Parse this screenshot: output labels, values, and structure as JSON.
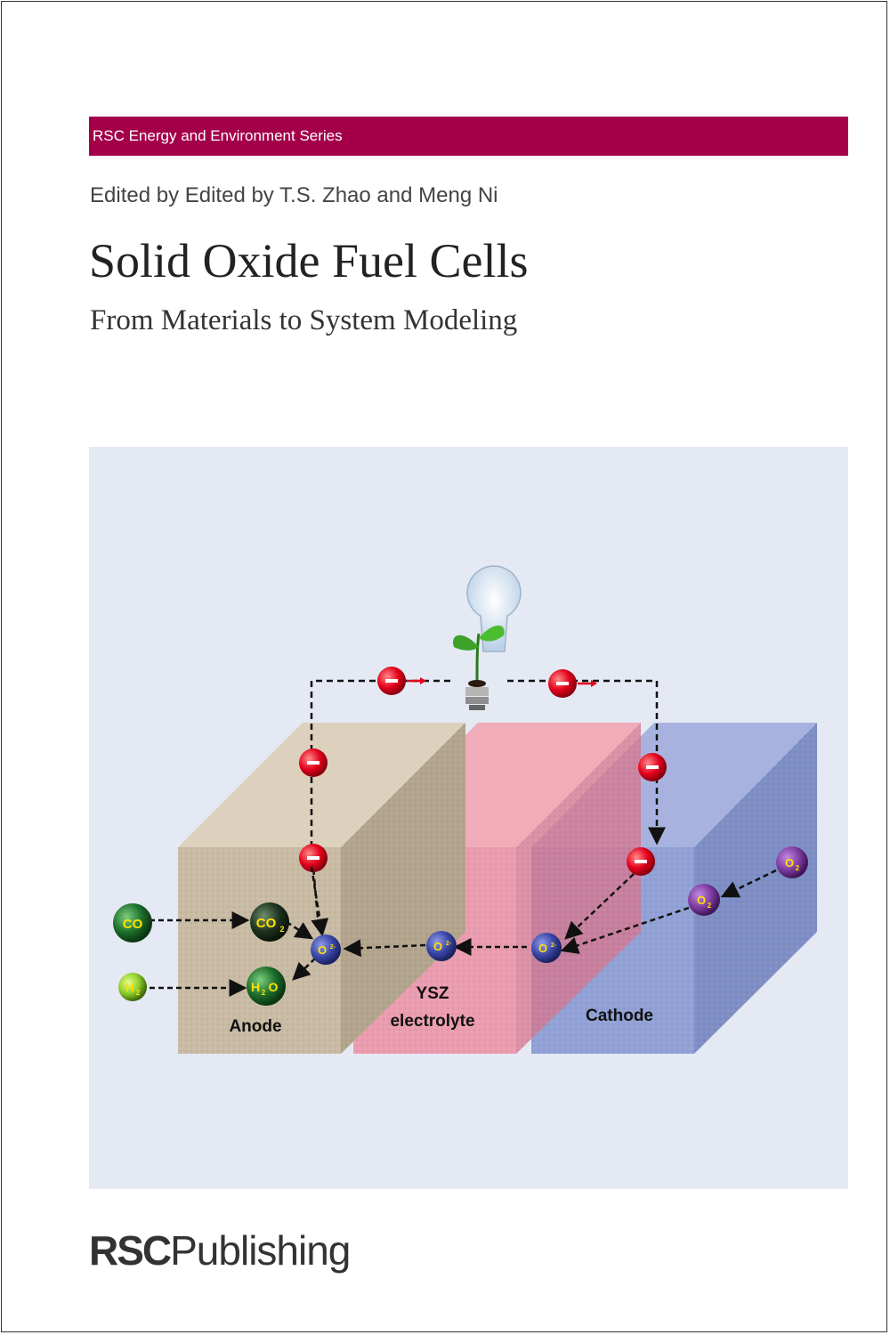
{
  "series": "RSC Energy and Environment Series",
  "editors": "Edited by Edited by T.S. Zhao and Meng Ni",
  "title": "Solid Oxide Fuel Cells",
  "subtitle": "From Materials to System Modeling",
  "diagram": {
    "anode_label": "Anode",
    "electrolyte_label_1": "YSZ",
    "electrolyte_label_2": "electrolyte",
    "cathode_label": "Cathode",
    "co": "CO",
    "co2": "CO",
    "h2": "H",
    "h2o_h": "H",
    "h2o_o": "O",
    "o2_left": "O",
    "o_ion_1": "O",
    "o_ion_2": "O",
    "o_ion_3": "O",
    "sub2": "2",
    "ion_charge": "2-",
    "electron_sign": "−"
  },
  "colors": {
    "series_bar": "#a4004a",
    "anode": "#c9bba4",
    "electrolyte": "#e57f93",
    "cathode": "#8f9fd1",
    "electron": "#e3001b",
    "oxide_ion": "#3a46a8",
    "oxygen": "#7d3ca0",
    "carbon_species": "#1c6e2a",
    "hydrogen": "#8ccc2a"
  },
  "icons": [
    "lightbulb-plant-icon"
  ],
  "publisher": {
    "rsc": "RSC",
    "publishing": "Publishing"
  }
}
